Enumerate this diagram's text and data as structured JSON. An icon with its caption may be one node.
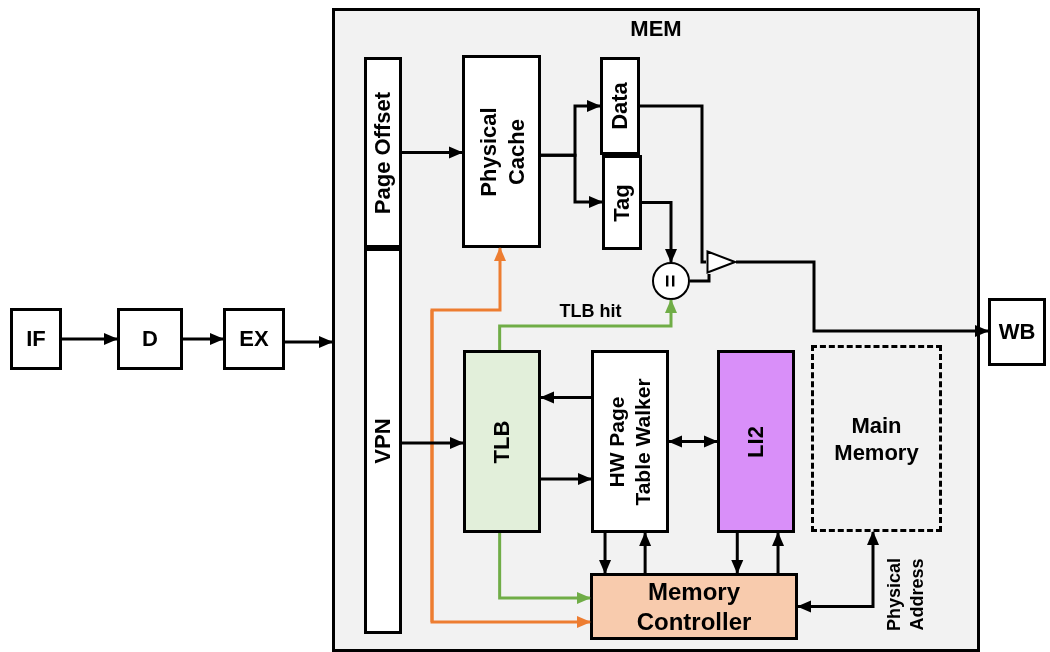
{
  "diagram": {
    "nodes": [
      {
        "text": [
          "IF"
        ]
      },
      {
        "text": [
          "D"
        ]
      },
      {
        "text": [
          "EX"
        ]
      },
      {
        "text": [
          "MEM"
        ]
      },
      {
        "text": [
          "Page Offset"
        ],
        "in": 3
      },
      {
        "text": [
          "VPN"
        ],
        "in": 3
      },
      {
        "text": [
          "Physical Cache"
        ],
        "in": 3
      },
      {
        "text": [
          "Data"
        ],
        "in": 3
      },
      {
        "text": [
          "Tag"
        ],
        "in": 3
      },
      {
        "text": [
          "="
        ],
        "in": 3
      },
      {
        "text": [],
        "shape": "triangle",
        "in": 3
      },
      {
        "text": [
          "TLB"
        ],
        "in": 3
      },
      {
        "text": [
          "HW Page Table Walker"
        ],
        "in": 3
      },
      {
        "text": [
          "LI2"
        ],
        "in": 3
      },
      {
        "text": [
          "Main Memory"
        ],
        "in": 3
      },
      {
        "text": [
          "Memory Controller"
        ],
        "in": 3
      },
      {
        "text": [
          "WB"
        ]
      }
    ],
    "edges": [
      {
        "from": 0,
        "to": 1,
        "arrow": "to"
      },
      {
        "from": 1,
        "to": 2,
        "arrow": "to"
      },
      {
        "from": 2,
        "to": 3,
        "arrow": "to"
      },
      {
        "from": 4,
        "to": 6,
        "arrow": "to"
      },
      {
        "from": 6,
        "to": 7,
        "arrow": "to"
      },
      {
        "from": 6,
        "to": 8,
        "arrow": "to"
      },
      {
        "from": 7,
        "to": 10,
        "arrow": "none"
      },
      {
        "from": 8,
        "to": 9,
        "arrow": "to"
      },
      {
        "from": 9,
        "to": 10,
        "arrow": "none"
      },
      {
        "from": 10,
        "to": 16,
        "arrow": "to"
      },
      {
        "from": 11,
        "to": 9,
        "arrow": "to",
        "label": "TLB hit",
        "color": "#70ad47"
      },
      {
        "from": 12,
        "to": 11,
        "arrow": "to"
      },
      {
        "from": 11,
        "to": 12,
        "arrow": "to"
      },
      {
        "from": 12,
        "to": 13,
        "arrow": "both"
      },
      {
        "from": 12,
        "to": 15,
        "arrow": "to"
      },
      {
        "from": 15,
        "to": 12,
        "arrow": "to"
      },
      {
        "from": 13,
        "to": 15,
        "arrow": "to"
      },
      {
        "from": 15,
        "to": 13,
        "arrow": "to"
      },
      {
        "from": 11,
        "to": 15,
        "arrow": "to",
        "color": "#70ad47"
      },
      {
        "from": null,
        "to": 6,
        "arrow": "to",
        "color": "#ed7d31"
      },
      {
        "from": null,
        "to": 15,
        "arrow": "to",
        "color": "#ed7d31"
      },
      {
        "from": 5,
        "to": 11,
        "arrow": "to"
      },
      {
        "from": 15,
        "to": 14,
        "arrow": "both",
        "label": "Physical Address"
      }
    ]
  }
}
